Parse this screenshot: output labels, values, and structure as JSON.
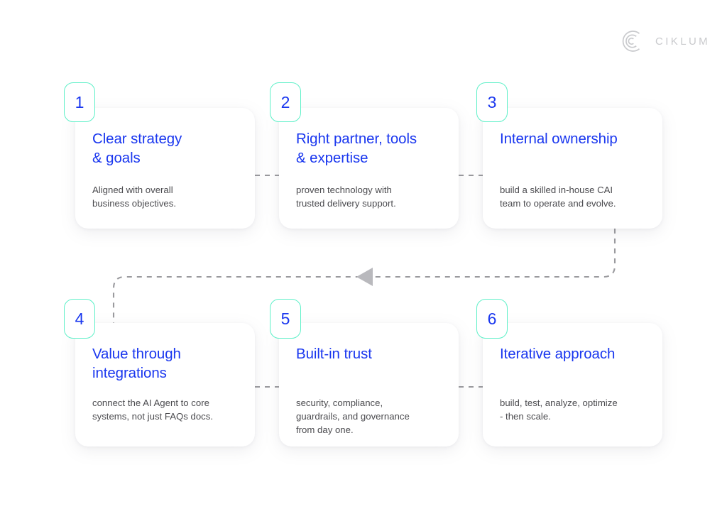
{
  "brand": {
    "logo_icon": "ciklum-c-mark-icon",
    "wordmark": "CIKLUM",
    "logo_color": "#c9cacd"
  },
  "theme": {
    "background": "#ffffff",
    "card_background": "#ffffff",
    "title_color": "#1a37ef",
    "body_color": "#4b4b4f",
    "badge_border_color": "#5ef0c8",
    "badge_number_color": "#1a37ef",
    "connector_color": "#9a9a9e"
  },
  "steps": [
    {
      "number": "1",
      "title": "Clear strategy\n& goals",
      "body": "Aligned with overall\nbusiness objectives."
    },
    {
      "number": "2",
      "title": "Right partner, tools\n& expertise",
      "body": "proven technology with\ntrusted delivery support."
    },
    {
      "number": "3",
      "title": "Internal ownership",
      "body": "build a skilled in-house CAI\nteam to operate and evolve."
    },
    {
      "number": "4",
      "title": "Value through\nintegrations",
      "body": "connect the AI Agent to core\nsystems, not just FAQs docs."
    },
    {
      "number": "5",
      "title": "Built-in trust",
      "body": "security, compliance,\nguardrails, and governance\nfrom day one."
    },
    {
      "number": "6",
      "title": "Iterative approach",
      "body": "build, test, analyze, optimize\n- then scale."
    }
  ],
  "connectors": {
    "style": "dashed",
    "arrow_direction": "left",
    "flow": "1-2-3 then wrap down and back to 4-5-6"
  }
}
